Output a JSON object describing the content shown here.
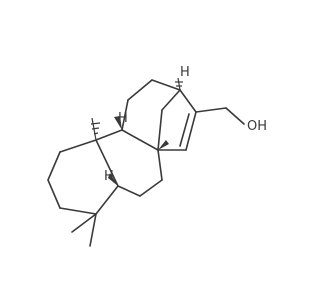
{
  "structure": {
    "labels": {
      "hydroxyl": "OH",
      "h_bridgehead": "H",
      "h_c9": "H",
      "h_c5": "H"
    },
    "colors": {
      "bond": "#3a3a3a",
      "background": "#ffffff"
    }
  }
}
